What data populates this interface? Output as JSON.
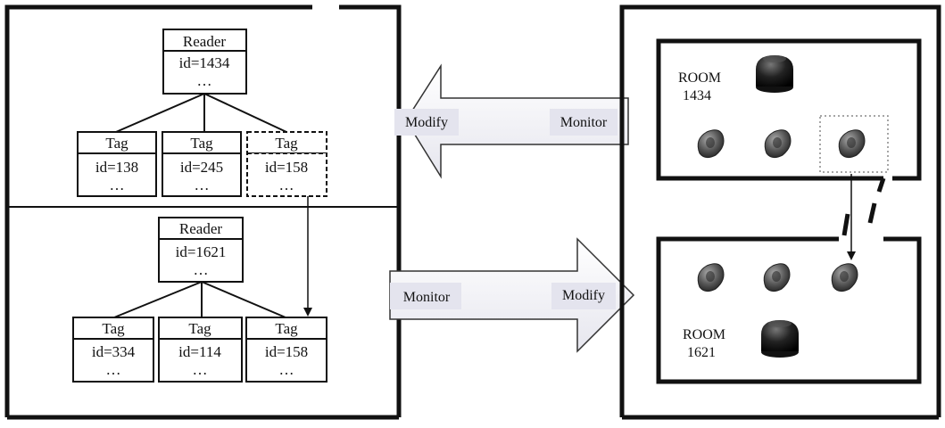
{
  "left_panel": {
    "top_tree": {
      "reader": {
        "title": "Reader",
        "id": "id=1434",
        "more": "…"
      },
      "tags": [
        {
          "title": "Tag",
          "id": "id=138",
          "more": "…"
        },
        {
          "title": "Tag",
          "id": "id=245",
          "more": "…"
        },
        {
          "title": "Tag",
          "id": "id=158",
          "more": "…"
        }
      ]
    },
    "bottom_tree": {
      "reader": {
        "title": "Reader",
        "id": "id=1621",
        "more": "…"
      },
      "tags": [
        {
          "title": "Tag",
          "id": "id=334",
          "more": "…"
        },
        {
          "title": "Tag",
          "id": "id=114",
          "more": "…"
        },
        {
          "title": "Tag",
          "id": "id=158",
          "more": "…"
        }
      ]
    }
  },
  "arrows": {
    "top": {
      "left_label": "Modify",
      "right_label": "Monitor"
    },
    "bottom": {
      "left_label": "Monitor",
      "right_label": "Modify"
    }
  },
  "right_panel": {
    "room_top": {
      "line1": "ROOM",
      "line2": "1434"
    },
    "room_bottom": {
      "line1": "ROOM",
      "line2": "1621"
    }
  },
  "icons": {
    "reader": "rfid-reader-icon",
    "tag": "rfid-tag-icon"
  },
  "colors": {
    "arrow_fill": "#ededf3",
    "border": "#111111"
  }
}
